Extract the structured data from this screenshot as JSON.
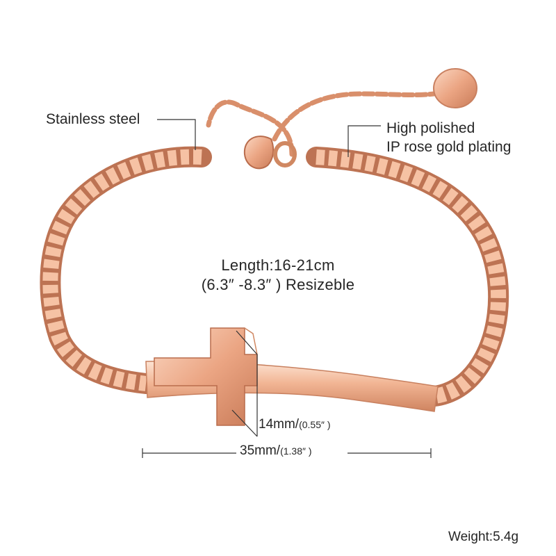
{
  "labels": {
    "material": "Stainless steel",
    "finish_line1": "High polished",
    "finish_line2": "IP rose gold plating",
    "length_line1": "Length:16-21cm",
    "length_line2": "(6.3″ -8.3″ ) Resizeble",
    "height_main": "14mm/",
    "height_small": "(0.55″ )",
    "width_main": "35mm/",
    "width_small": "(1.38″ )",
    "weight": "Weight:5.4g"
  },
  "colors": {
    "rose_gold": "#e9a27f",
    "rose_gold_dark": "#b96c4c",
    "rose_gold_light": "#fbd9c4",
    "line": "#333333"
  }
}
